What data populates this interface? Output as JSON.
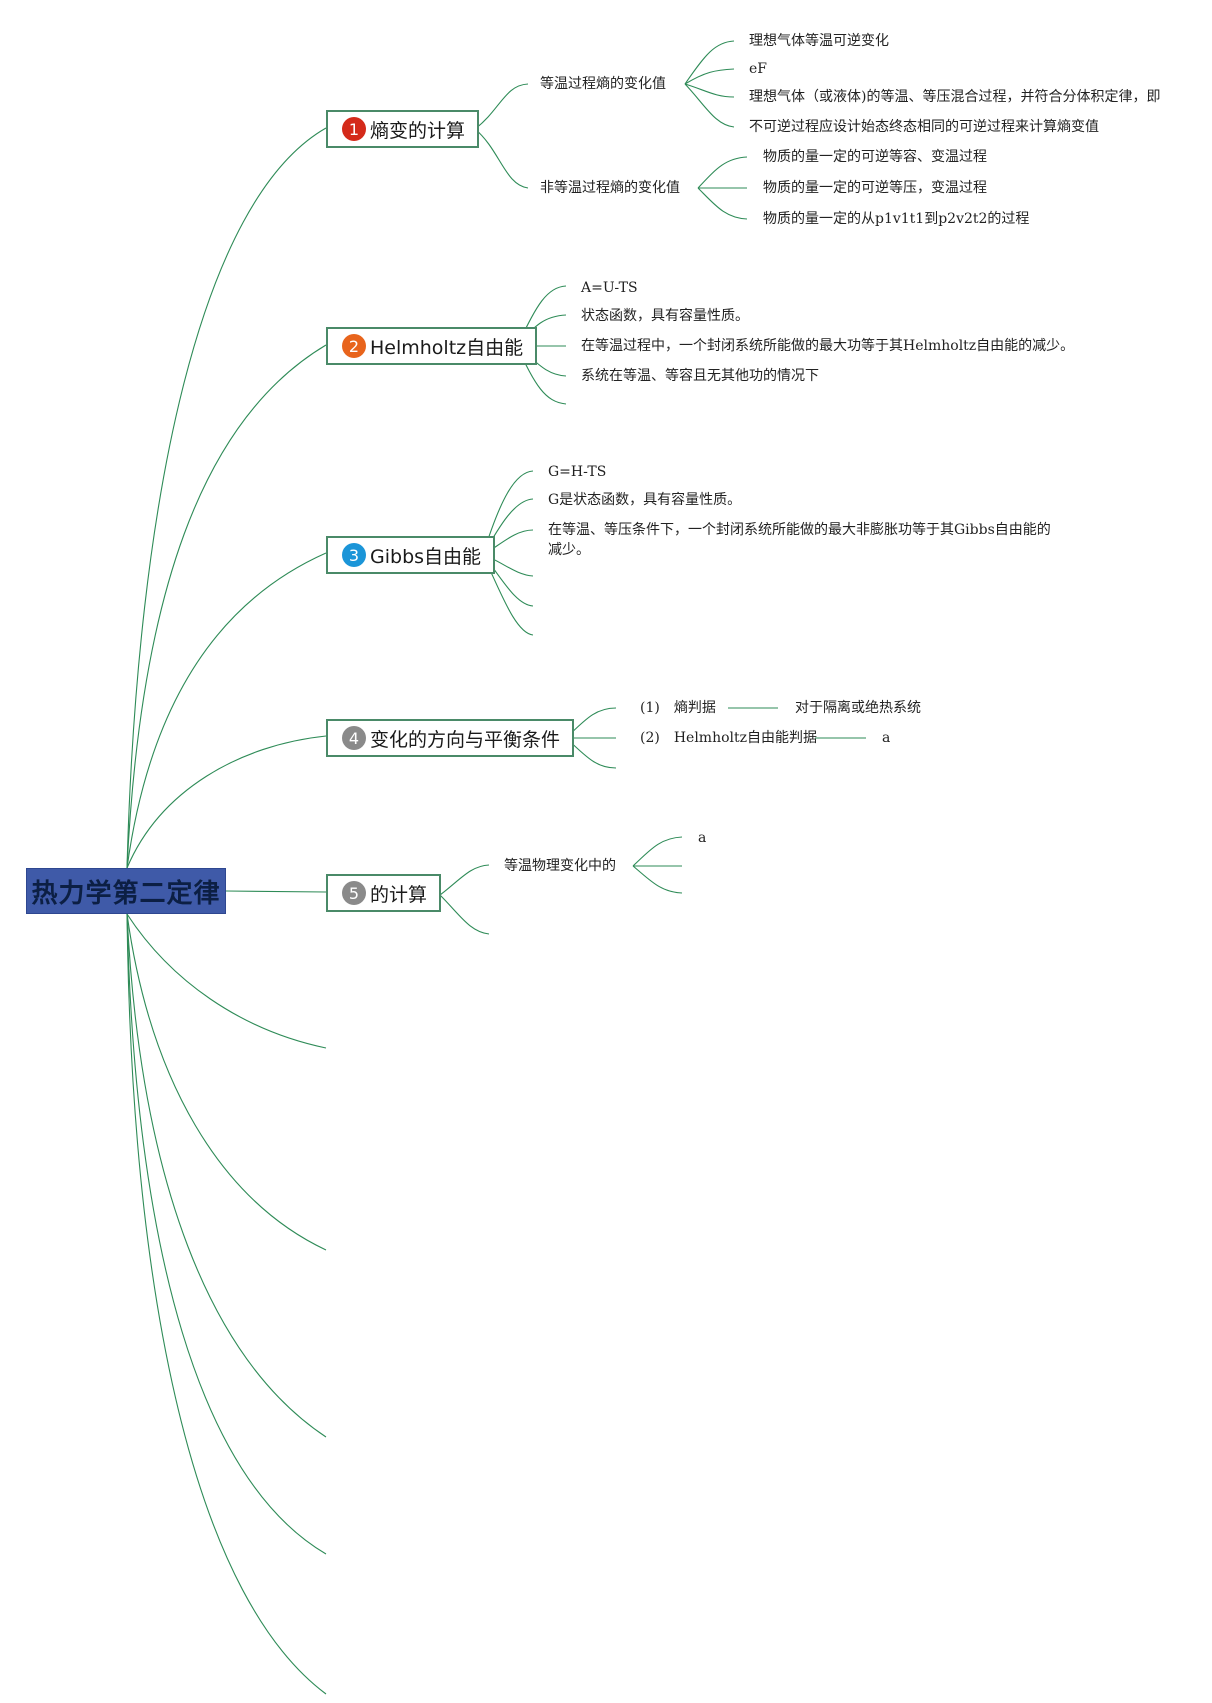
{
  "root": {
    "label": "热力学第二定律"
  },
  "branches": [
    {
      "number": "1",
      "badge_color": "#d42a1a",
      "label": "熵变的计算",
      "subtopics": [
        {
          "label": "等温过程熵的变化值",
          "items": [
            "理想气体等温可逆变化",
            "eF",
            "理想气体（或液体)的等温、等压混合过程，并符合分体积定律，即",
            "不可逆过程应设计始态终态相同的可逆过程来计算熵变值"
          ]
        },
        {
          "label": "非等温过程熵的变化值",
          "items": [
            "物质的量一定的可逆等容、变温过程",
            "物质的量一定的可逆等压，变温过程",
            "物质的量一定的从p1v1t1到p2v2t2的过程"
          ]
        }
      ]
    },
    {
      "number": "2",
      "badge_color": "#e8641c",
      "label": "Helmholtz自由能",
      "items": [
        "A=U-TS",
        "状态函数，具有容量性质。",
        "在等温过程中，一个封闭系统所能做的最大功等于其Helmholtz自由能的减少。",
        "系统在等温、等容且无其他功的情况下"
      ]
    },
    {
      "number": "3",
      "badge_color": "#1b95d8",
      "label": "Gibbs自由能",
      "items": [
        "G=H-TS",
        "G是状态函数，具有容量性质。",
        "在等温、等压条件下，一个封闭系统所能做的最大非膨胀功等于其Gibbs自由能的减少。"
      ]
    },
    {
      "number": "4",
      "badge_color": "#8a8a8a",
      "label": "变化的方向与平衡条件",
      "items": [
        {
          "label": "(1)　熵判据",
          "detail": "对于隔离或绝热系统"
        },
        {
          "label": "(2)　Helmholtz自由能判据",
          "detail": "a"
        }
      ]
    },
    {
      "number": "5",
      "badge_color": "#8a8a8a",
      "label": "的计算",
      "subtopics": [
        {
          "label": "等温物理变化中的",
          "items": [
            "a"
          ]
        }
      ]
    }
  ]
}
